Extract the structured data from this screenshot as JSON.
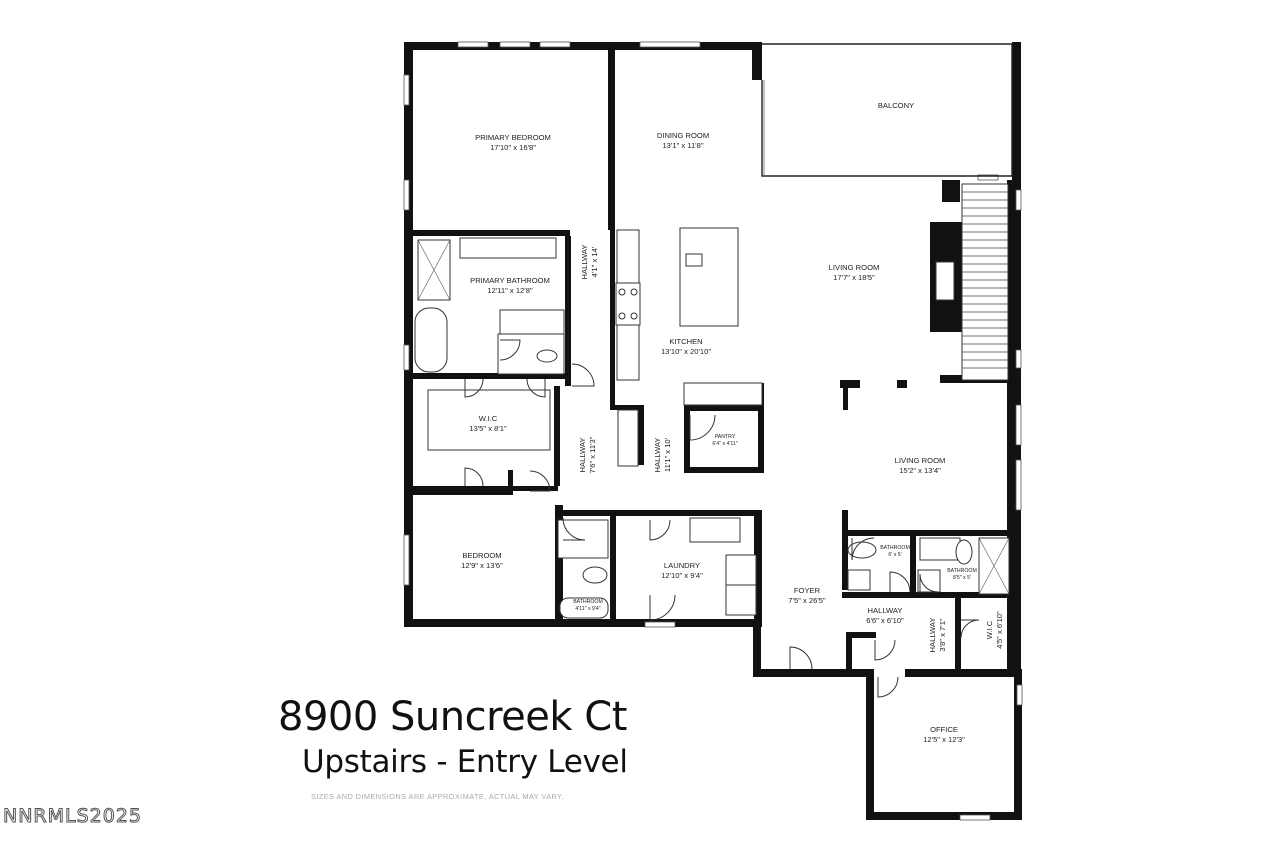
{
  "title": "8900 Suncreek Ct",
  "subtitle": "Upstairs - Entry Level",
  "disclaimer": "SIZES AND DIMENSIONS ARE APPROXIMATE, ACTUAL MAY VARY.",
  "watermark": "NNRMLS2025",
  "rooms": {
    "primary_bedroom": {
      "name": "PRIMARY BEDROOM",
      "dims": "17'10\" x 16'8\""
    },
    "dining_room": {
      "name": "DINING ROOM",
      "dims": "13'1\" x 11'8\""
    },
    "balcony": {
      "name": "BALCONY"
    },
    "primary_bathroom": {
      "name": "PRIMARY BATHROOM",
      "dims": "12'11\" x 12'8\""
    },
    "hallway_a": {
      "name": "HALLWAY",
      "dims": "4'1\" x 14'"
    },
    "living_room_1": {
      "name": "LIVING ROOM",
      "dims": "17'7\" x 18'5\""
    },
    "kitchen": {
      "name": "KITCHEN",
      "dims": "13'10\" x 20'10\""
    },
    "wic_1": {
      "name": "W.I.C",
      "dims": "13'5\" x 8'1\""
    },
    "pantry": {
      "name": "PANTRY",
      "dims": "6'4\" x 4'11\""
    },
    "hallway_b": {
      "name": "HALLWAY",
      "dims": "7'6\" x 11'3\""
    },
    "hallway_c": {
      "name": "HALLWAY",
      "dims": "11'1\" x 10'"
    },
    "living_room_2": {
      "name": "LIVING ROOM",
      "dims": "15'2\" x 13'4\""
    },
    "bedroom": {
      "name": "BEDROOM",
      "dims": "12'9\" x 13'6\""
    },
    "laundry": {
      "name": "LAUNDRY",
      "dims": "12'10\" x 9'4\""
    },
    "bathroom_1": {
      "name": "BATHROOM",
      "dims": "4'11\" x 9'4\""
    },
    "bathroom_2": {
      "name": "BATHROOM",
      "dims": "6' x 5'"
    },
    "bathroom_3": {
      "name": "BATHROOM",
      "dims": "8'5\" x 5'"
    },
    "foyer": {
      "name": "FOYER",
      "dims": "7'5\" x 26'5\""
    },
    "hallway_d": {
      "name": "HALLWAY",
      "dims": "6'6\" x 6'10\""
    },
    "hallway_e": {
      "name": "HALLWAY",
      "dims": "3'8\" x 7'1\""
    },
    "wic_2": {
      "name": "W.I.C",
      "dims": "4'5\" x 6'10\""
    },
    "office": {
      "name": "OFFICE",
      "dims": "12'5\" x 12'3\""
    }
  }
}
